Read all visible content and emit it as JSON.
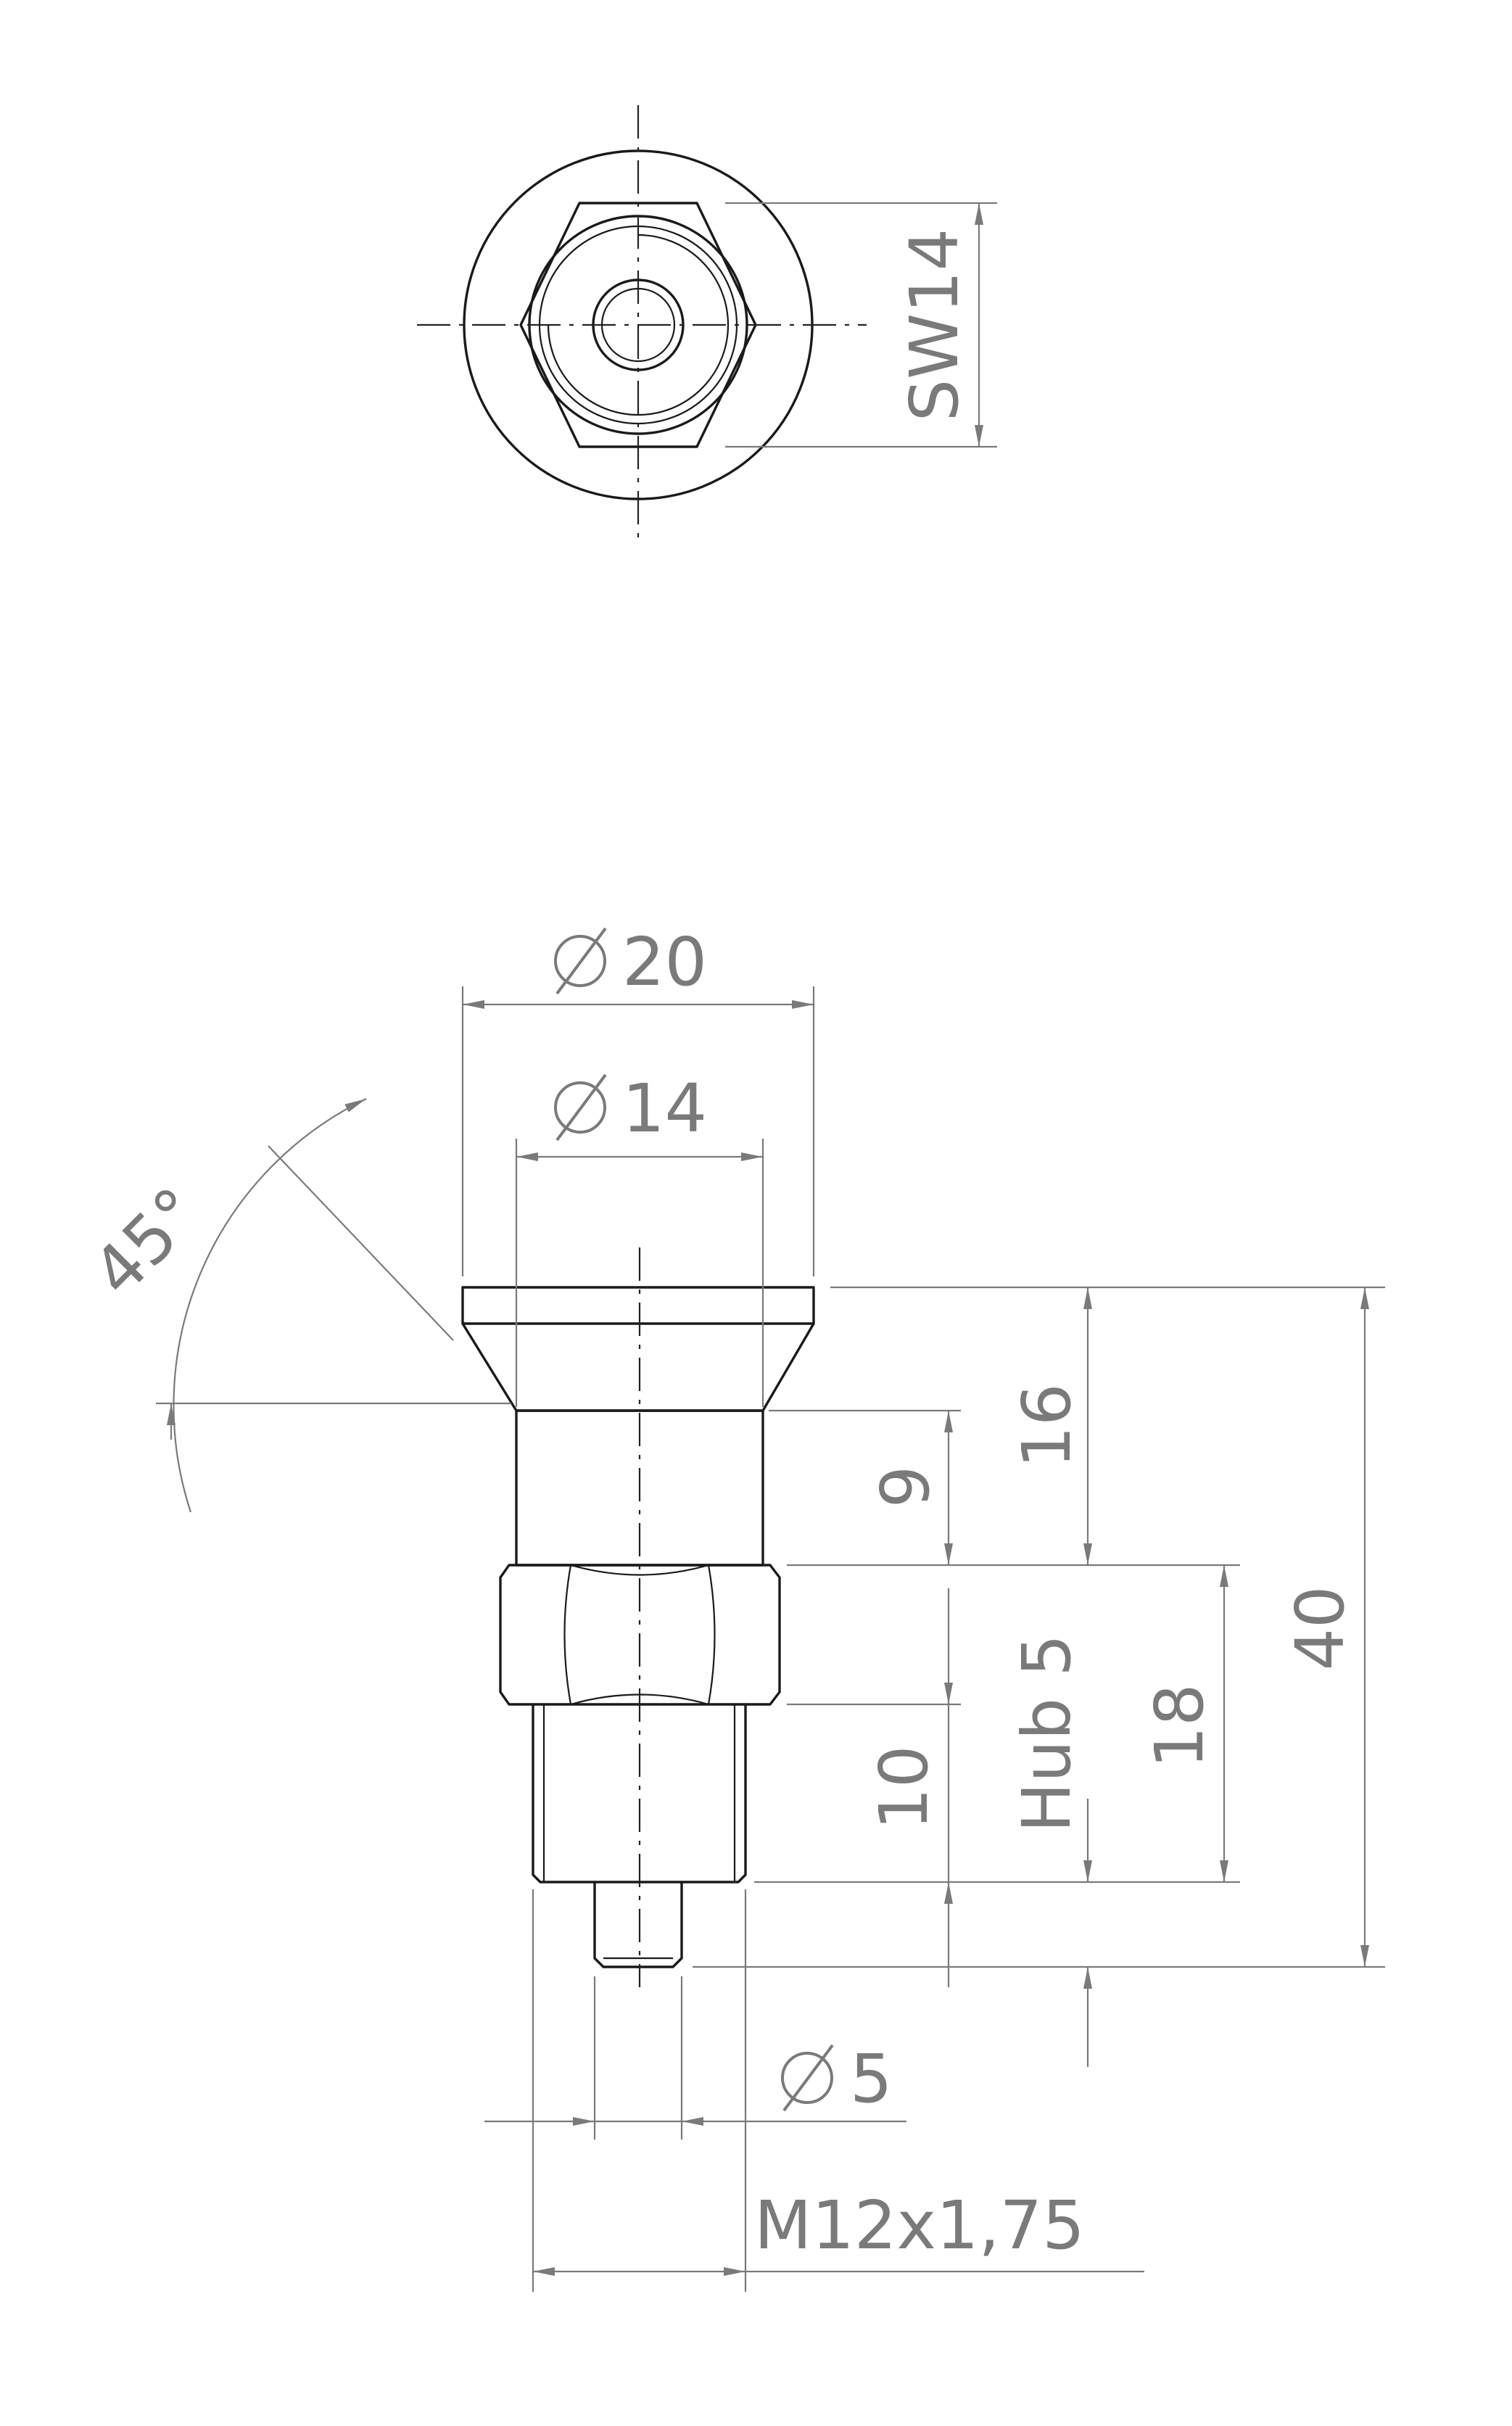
{
  "drawing": {
    "labels": {
      "sw": "SW14",
      "dia20_num": "20",
      "dia14_num": "14",
      "angle": "45°",
      "h16": "16",
      "h9": "9",
      "h40": "40",
      "h18": "18",
      "hub": "Hub 5",
      "h10": "10",
      "dia5_num": "5",
      "thread": "M12x1,75"
    },
    "colors": {
      "part_line": "#1a1a1a",
      "dimension_line": "#7a7a7a",
      "background": "#ffffff"
    }
  }
}
